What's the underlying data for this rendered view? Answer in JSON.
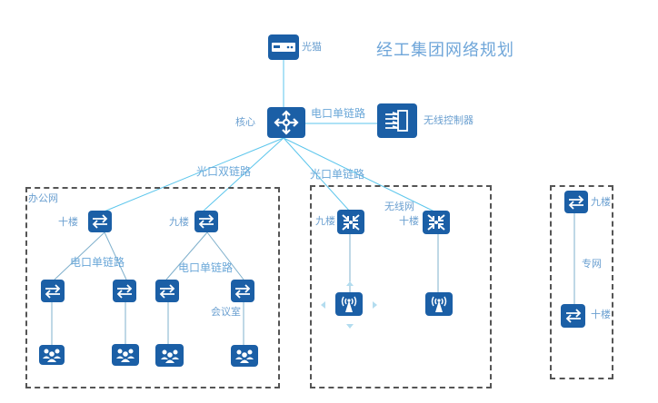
{
  "title": "经工集团网络规划",
  "nodes": {
    "modem": {
      "label": "光猫",
      "icon": "modem-icon"
    },
    "core": {
      "label": "核心",
      "icon": "core-router-icon"
    },
    "wlc": {
      "label": "无线控制器",
      "icon": "wireless-controller-icon"
    },
    "office_sw_10f": {
      "label": "十楼",
      "icon": "switch-icon"
    },
    "office_sw_9f": {
      "label": "九楼",
      "icon": "switch-icon"
    },
    "office_access_1": {
      "label": "",
      "icon": "switch-icon"
    },
    "office_access_2": {
      "label": "",
      "icon": "switch-icon"
    },
    "office_access_3": {
      "label": "",
      "icon": "switch-icon"
    },
    "office_access_4": {
      "label": "会议室",
      "icon": "switch-icon"
    },
    "wifi_ap_switch_9f": {
      "label": "九楼",
      "icon": "wireless-aggregation-icon"
    },
    "wifi_ap_switch_10f": {
      "label": "十楼",
      "icon": "wireless-aggregation-icon"
    },
    "ap_1": {
      "label": "",
      "icon": "wireless-ap-icon"
    },
    "ap_2": {
      "label": "",
      "icon": "wireless-ap-icon"
    },
    "private_sw_9f": {
      "label": "九楼",
      "icon": "switch-icon"
    },
    "private_sw_10f": {
      "label": "十楼",
      "icon": "switch-icon"
    }
  },
  "links": {
    "core_wlc": "电口单链路",
    "core_office": "光口双链路",
    "core_wireless": "光口单链路",
    "office_10f_access": "电口单链路",
    "office_9f_access": "电口单链路",
    "private": "专网"
  },
  "zones": {
    "office": "办公网",
    "wireless": "无线网"
  },
  "colors": {
    "node": "#1b5fa6",
    "link_fiber": "#4fc3ea",
    "link_copper": "#7fb0cc",
    "label": "#6a9fd0",
    "zone_border": "#555555"
  }
}
